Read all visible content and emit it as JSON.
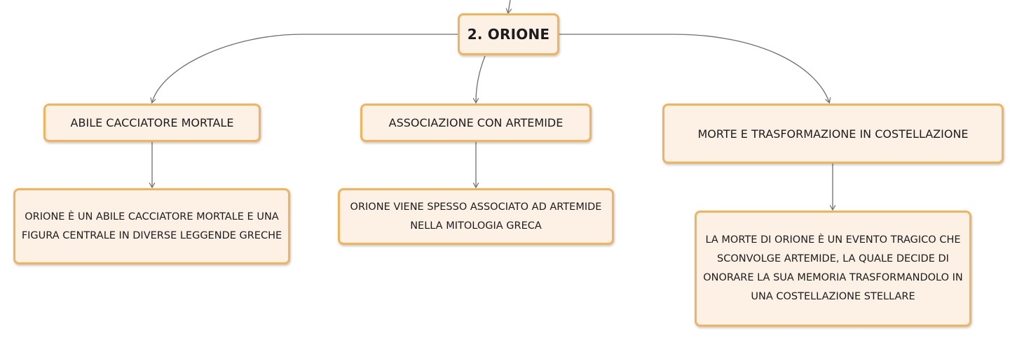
{
  "mind_map": {
    "root": {
      "label": "2. ORIONE"
    },
    "topics": [
      {
        "label": "ABILE CACCIATORE MORTALE"
      },
      {
        "label": "ASSOCIAZIONE CON ARTEMIDE"
      },
      {
        "label": "MORTE E TRASFORMAZIONE IN COSTELLAZIONE"
      }
    ],
    "details": [
      {
        "label": "ORIONE È UN ABILE CACCIATORE MORTALE E UNA FIGURA CENTRALE IN DIVERSE LEGGENDE GRECHE"
      },
      {
        "label": "ORIONE VIENE SPESSO ASSOCIATO AD ARTEMIDE NELLA MITOLOGIA GRECA"
      },
      {
        "label": "LA MORTE DI ORIONE È UN EVENTO TRAGICO CHE SCONVOLGE ARTEMIDE, LA QUALE DECIDE DI ONORARE LA SUA MEMORIA TRASFORMANDOLO IN UNA COSTELLAZIONE STELLARE"
      }
    ]
  },
  "colors": {
    "node_fill": "#fdf1e6",
    "node_border": "#f2b35c",
    "connector": "#6e6e6e",
    "text": "#1c1c1c"
  }
}
